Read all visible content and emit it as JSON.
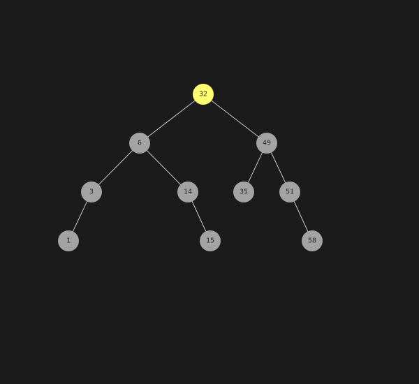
{
  "tree": {
    "root": "32",
    "nodes": [
      {
        "id": "n32",
        "value": "32",
        "highlighted": true
      },
      {
        "id": "n6",
        "value": "6",
        "highlighted": false
      },
      {
        "id": "n49",
        "value": "49",
        "highlighted": false
      },
      {
        "id": "n3",
        "value": "3",
        "highlighted": false
      },
      {
        "id": "n14",
        "value": "14",
        "highlighted": false
      },
      {
        "id": "n35",
        "value": "35",
        "highlighted": false
      },
      {
        "id": "n51",
        "value": "51",
        "highlighted": false
      },
      {
        "id": "n1",
        "value": "1",
        "highlighted": false
      },
      {
        "id": "n15",
        "value": "15",
        "highlighted": false
      },
      {
        "id": "n58",
        "value": "58",
        "highlighted": false
      }
    ],
    "edges": [
      [
        "n32",
        "n6"
      ],
      [
        "n32",
        "n49"
      ],
      [
        "n6",
        "n3"
      ],
      [
        "n6",
        "n14"
      ],
      [
        "n49",
        "n35"
      ],
      [
        "n49",
        "n51"
      ],
      [
        "n3",
        "n1"
      ],
      [
        "n14",
        "n15"
      ],
      [
        "n51",
        "n58"
      ]
    ]
  },
  "colors": {
    "background": "#1b1b1b",
    "node_default": "#a3a3a3",
    "node_highlight": "#ffff70",
    "edge": "#c9c9c9",
    "label": "#2a2a2a"
  }
}
